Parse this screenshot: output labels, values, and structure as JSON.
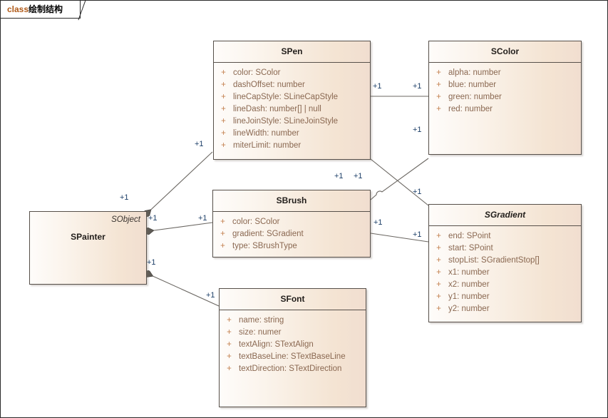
{
  "tab": {
    "keyword": "class",
    "name": "绘制结构"
  },
  "classes": {
    "spainter": {
      "name": "SPainter",
      "parent": "SObject",
      "attributes": []
    },
    "spen": {
      "name": "SPen",
      "attributes": [
        {
          "vis": "+",
          "sig": "color: SColor"
        },
        {
          "vis": "+",
          "sig": "dashOffset: number"
        },
        {
          "vis": "+",
          "sig": "lineCapStyle: SLineCapStyle"
        },
        {
          "vis": "+",
          "sig": "lineDash: number[] | null"
        },
        {
          "vis": "+",
          "sig": "lineJoinStyle: SLineJoinStyle"
        },
        {
          "vis": "+",
          "sig": "lineWidth: number"
        },
        {
          "vis": "+",
          "sig": "miterLimit: number"
        }
      ]
    },
    "scolor": {
      "name": "SColor",
      "attributes": [
        {
          "vis": "+",
          "sig": "alpha: number"
        },
        {
          "vis": "+",
          "sig": "blue: number"
        },
        {
          "vis": "+",
          "sig": "green: number"
        },
        {
          "vis": "+",
          "sig": "red: number"
        }
      ]
    },
    "sbrush": {
      "name": "SBrush",
      "attributes": [
        {
          "vis": "+",
          "sig": "color: SColor"
        },
        {
          "vis": "+",
          "sig": "gradient: SGradient"
        },
        {
          "vis": "+",
          "sig": "type: SBrushType"
        }
      ]
    },
    "sgradient": {
      "name": "SGradient",
      "abstract": true,
      "attributes": [
        {
          "vis": "+",
          "sig": "end: SPoint"
        },
        {
          "vis": "+",
          "sig": "start: SPoint"
        },
        {
          "vis": "+",
          "sig": "stopList: SGradientStop[]"
        },
        {
          "vis": "+",
          "sig": "x1: number"
        },
        {
          "vis": "+",
          "sig": "x2: number"
        },
        {
          "vis": "+",
          "sig": "y1: number"
        },
        {
          "vis": "+",
          "sig": "y2: number"
        }
      ]
    },
    "sfont": {
      "name": "SFont",
      "attributes": [
        {
          "vis": "+",
          "sig": "name: string"
        },
        {
          "vis": "+",
          "sig": "size: numer"
        },
        {
          "vis": "+",
          "sig": "textAlign: STextAlign"
        },
        {
          "vis": "+",
          "sig": "textBaseLine: STextBaseLine"
        },
        {
          "vis": "+",
          "sig": "textDirection: STextDirection"
        }
      ]
    }
  },
  "multiplicities": {
    "painter_pen_src": "+1",
    "painter_pen_tgt": "+1",
    "painter_brush_src": "+1",
    "painter_brush_tgt": "+1",
    "painter_font_src": "+1",
    "painter_font_tgt": "+1",
    "pen_color_src": "+1",
    "pen_color_tgt": "+1",
    "brush_color_src": "+1",
    "brush_color_tgt": "+1",
    "brush_gradient_src": "+1",
    "brush_gradient_tgt": "+1"
  },
  "colors": {
    "box_border": "#57504a",
    "box_fill_light": "#fefcfa",
    "box_fill_dark": "#f1ded0",
    "attribute_text": "#8a6851",
    "visibility_marker": "#c4814f",
    "multiplicity_text": "#1d3f68",
    "connector_line": "#6b6762",
    "diamond_fill": "#5f5b56",
    "tab_keyword": "#b05a18"
  }
}
